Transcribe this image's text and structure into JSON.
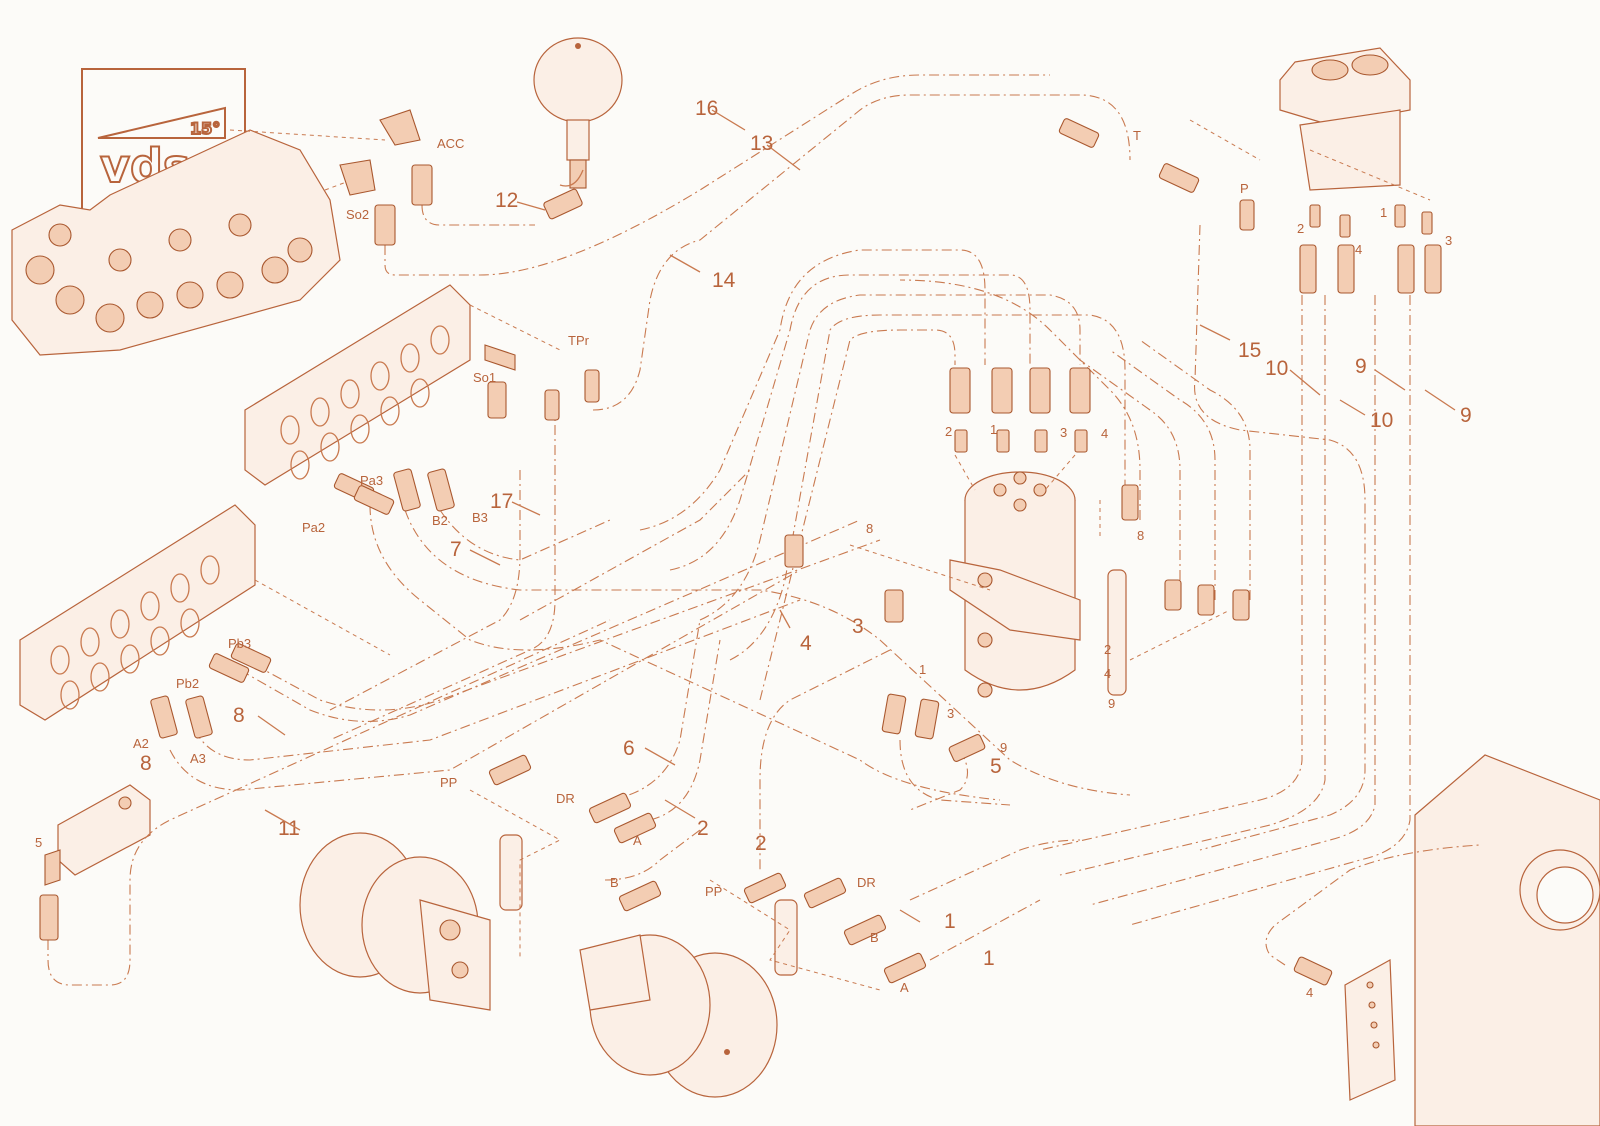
{
  "logo": {
    "brand": "vds",
    "angle": "15°"
  },
  "callout_numbers": [
    {
      "id": "n16",
      "text": "16"
    },
    {
      "id": "n13",
      "text": "13"
    },
    {
      "id": "n12",
      "text": "12"
    },
    {
      "id": "n14",
      "text": "14"
    },
    {
      "id": "n15",
      "text": "15"
    },
    {
      "id": "n10a",
      "text": "10"
    },
    {
      "id": "n9a",
      "text": "9"
    },
    {
      "id": "n10b",
      "text": "10"
    },
    {
      "id": "n9b",
      "text": "9"
    },
    {
      "id": "n17",
      "text": "17"
    },
    {
      "id": "n7",
      "text": "7"
    },
    {
      "id": "n4",
      "text": "4"
    },
    {
      "id": "n3",
      "text": "3"
    },
    {
      "id": "n8a",
      "text": "8"
    },
    {
      "id": "n8b",
      "text": "8"
    },
    {
      "id": "n11",
      "text": "11"
    },
    {
      "id": "n6",
      "text": "6"
    },
    {
      "id": "n2a",
      "text": "2"
    },
    {
      "id": "n2b",
      "text": "2"
    },
    {
      "id": "n5",
      "text": "5"
    },
    {
      "id": "n1a",
      "text": "1"
    },
    {
      "id": "n1b",
      "text": "1"
    }
  ],
  "port_labels": [
    {
      "id": "acc",
      "text": "ACC"
    },
    {
      "id": "so2",
      "text": "So2"
    },
    {
      "id": "tpr",
      "text": "TPr"
    },
    {
      "id": "so1",
      "text": "So1"
    },
    {
      "id": "pa3",
      "text": "Pa3"
    },
    {
      "id": "pa2",
      "text": "Pa2"
    },
    {
      "id": "b2",
      "text": "B2"
    },
    {
      "id": "b3",
      "text": "B3"
    },
    {
      "id": "pb3",
      "text": "Pb3"
    },
    {
      "id": "pb2",
      "text": "Pb2"
    },
    {
      "id": "a2",
      "text": "A2"
    },
    {
      "id": "a3",
      "text": "A3"
    },
    {
      "id": "t",
      "text": "T"
    },
    {
      "id": "p",
      "text": "P"
    },
    {
      "id": "jp2",
      "text": "2"
    },
    {
      "id": "jp4",
      "text": "4"
    },
    {
      "id": "jp1",
      "text": "1"
    },
    {
      "id": "jp3",
      "text": "3"
    },
    {
      "id": "sw2",
      "text": "2"
    },
    {
      "id": "sw1",
      "text": "1"
    },
    {
      "id": "sw3",
      "text": "3"
    },
    {
      "id": "sw4",
      "text": "4"
    },
    {
      "id": "sw8a",
      "text": "8"
    },
    {
      "id": "sw8b",
      "text": "8"
    },
    {
      "id": "bl2",
      "text": "2"
    },
    {
      "id": "bl4",
      "text": "4"
    },
    {
      "id": "bl9",
      "text": "9"
    },
    {
      "id": "f1",
      "text": "1"
    },
    {
      "id": "f3",
      "text": "3"
    },
    {
      "id": "f9",
      "text": "9"
    },
    {
      "id": "pp1",
      "text": "PP"
    },
    {
      "id": "dr1",
      "text": "DR"
    },
    {
      "id": "a1",
      "text": "A"
    },
    {
      "id": "b1",
      "text": "B"
    },
    {
      "id": "pp2",
      "text": "PP"
    },
    {
      "id": "dr2",
      "text": "DR"
    },
    {
      "id": "b2m",
      "text": "B"
    },
    {
      "id": "a2m",
      "text": "A"
    },
    {
      "id": "v5",
      "text": "5"
    },
    {
      "id": "r4",
      "text": "4"
    }
  ],
  "colors": {
    "line": "#c97a50",
    "fill": "#fbefe6",
    "fitting": "#f3cdb3",
    "background": "#fcfbf8"
  }
}
